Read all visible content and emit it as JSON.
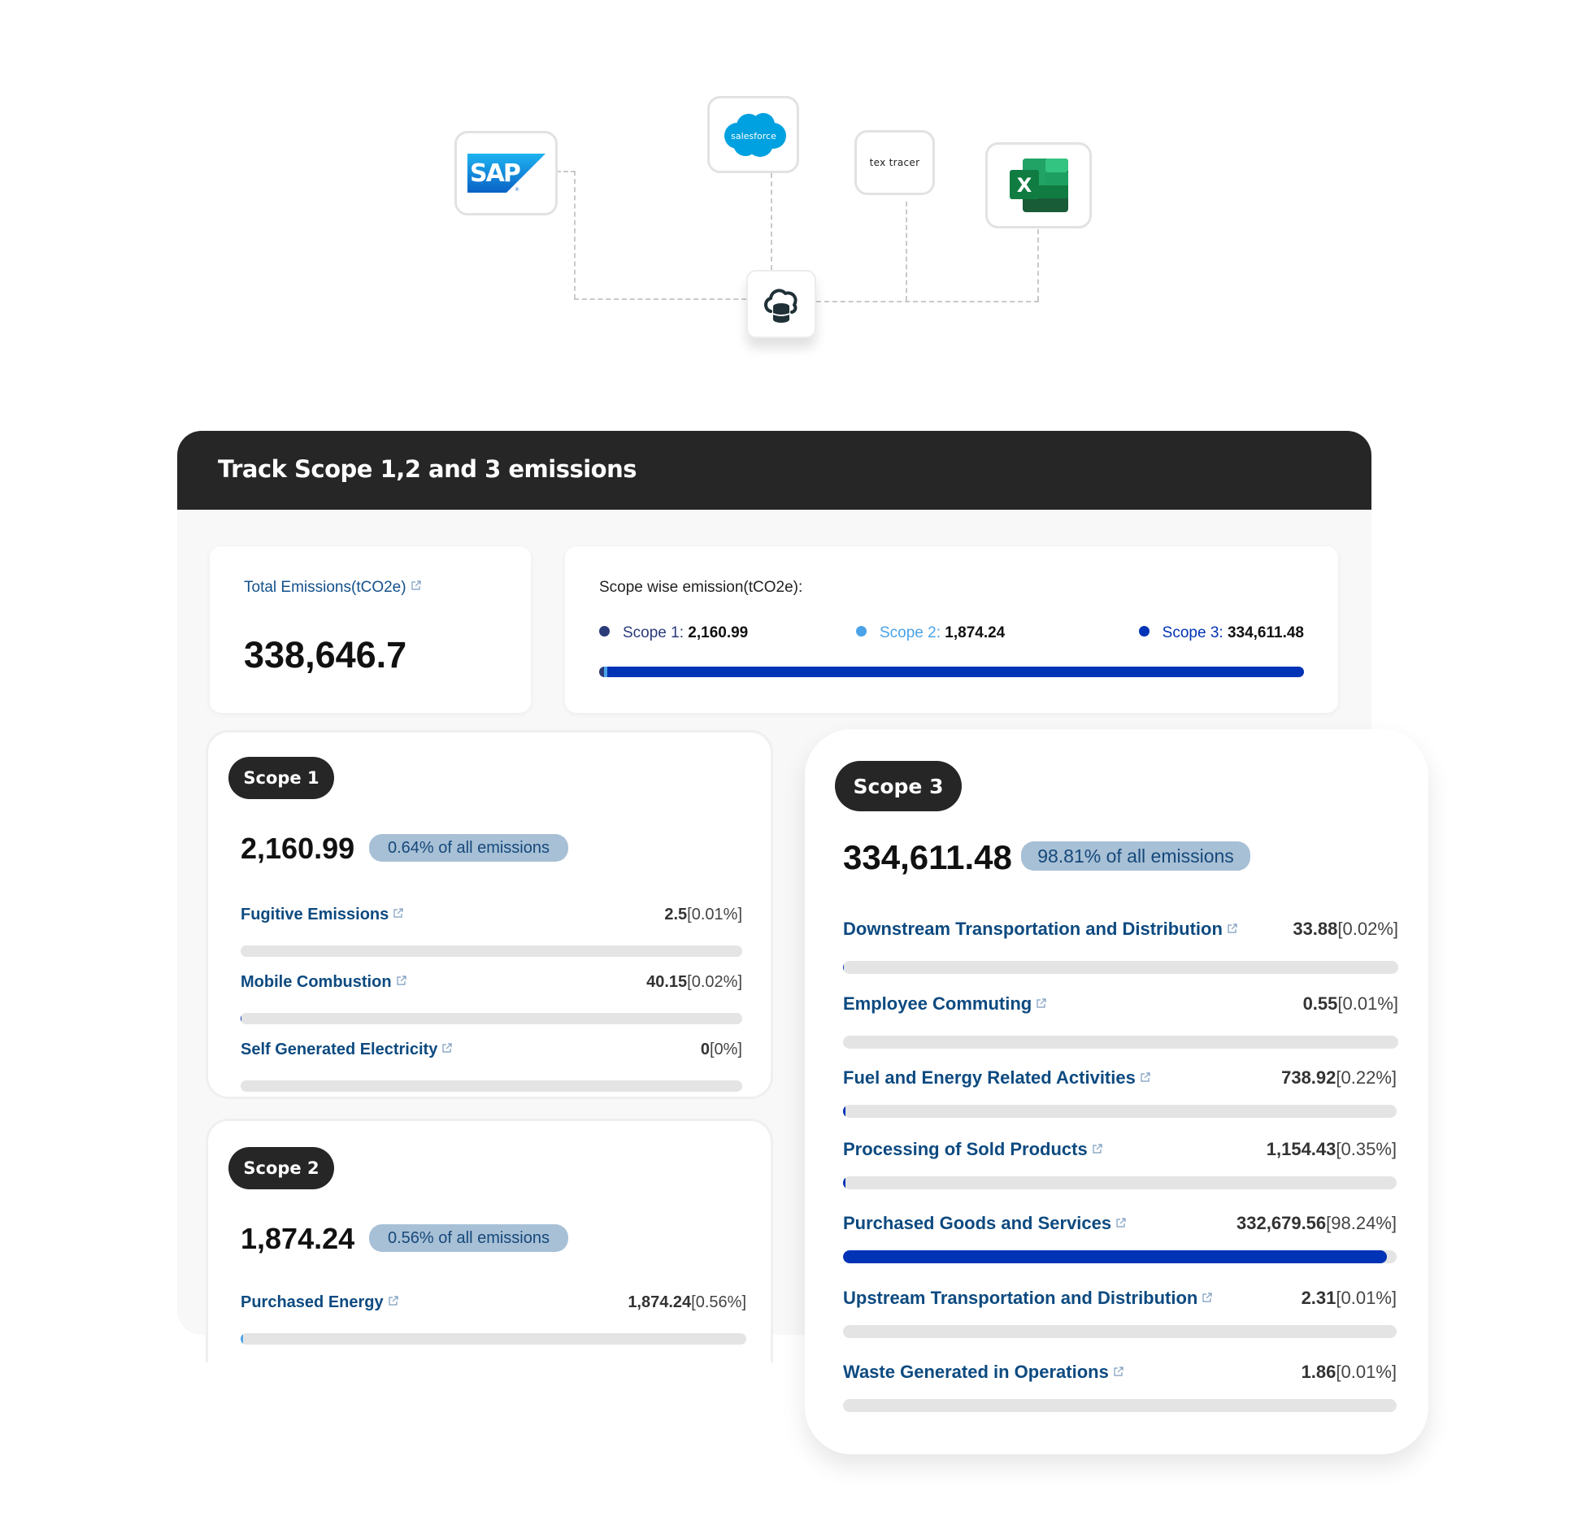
{
  "integrations": {
    "sources": [
      {
        "name": "SAP",
        "label": "SAP"
      },
      {
        "name": "Salesforce",
        "label": "salesforce"
      },
      {
        "name": "Tex Tracer",
        "label": "tex tracer"
      },
      {
        "name": "Excel",
        "label": "X"
      }
    ],
    "hub": {
      "icon": "cloud-database-icon"
    }
  },
  "dashboard": {
    "title": "Track Scope 1,2 and 3 emissions",
    "total": {
      "label": "Total Emissions(tCO2e)",
      "value": "338,646.7"
    },
    "scope_wise": {
      "label": "Scope wise emission(tCO2e):",
      "legend": [
        {
          "label": "Scope 1:",
          "value": "2,160.99",
          "color": "#2a3b7a",
          "share": 0.64
        },
        {
          "label": "Scope 2:",
          "value": "1,874.24",
          "color": "#4aa3e8",
          "share": 0.56
        },
        {
          "label": "Scope 3:",
          "value": "334,611.48",
          "color": "#0033b5",
          "share": 98.81
        }
      ]
    },
    "scopes": [
      {
        "pill": "Scope 1",
        "value": "2,160.99",
        "badge": "0.64% of all emissions",
        "rows": [
          {
            "label": "Fugitive Emissions",
            "value": "2.5",
            "pct": "[0.01%]",
            "fill": 0.01
          },
          {
            "label": "Mobile Combustion",
            "value": "40.15",
            "pct": "[0.02%]",
            "fill": 0.02
          },
          {
            "label": "Self Generated Electricity",
            "value": "0",
            "pct": "[0%]",
            "fill": 0
          }
        ]
      },
      {
        "pill": "Scope 2",
        "value": "1,874.24",
        "badge": "0.56% of all emissions",
        "rows": [
          {
            "label": "Purchased Energy",
            "value": "1,874.24",
            "pct": "[0.56%]",
            "fill": 0.56
          }
        ]
      },
      {
        "pill": "Scope 3",
        "value": "334,611.48",
        "badge": "98.81% of all emissions",
        "rows": [
          {
            "label": "Downstream Transportation and Distribution",
            "value": "33.88",
            "pct": "[0.02%]",
            "fill": 0.02
          },
          {
            "label": "Employee Commuting",
            "value": "0.55",
            "pct": "[0.01%]",
            "fill": 0.01
          },
          {
            "label": "Fuel and Energy Related Activities",
            "value": "738.92",
            "pct": "[0.22%]",
            "fill": 0.22
          },
          {
            "label": "Processing of Sold Products",
            "value": "1,154.43",
            "pct": "[0.35%]",
            "fill": 0.35
          },
          {
            "label": "Purchased Goods and Services",
            "value": "332,679.56",
            "pct": "[98.24%]",
            "fill": 98.24
          },
          {
            "label": "Upstream Transportation and Distribution",
            "value": "2.31",
            "pct": "[0.01%]",
            "fill": 0.01
          },
          {
            "label": "Waste Generated in Operations",
            "value": "1.86",
            "pct": "[0.01%]",
            "fill": 0.01
          }
        ]
      }
    ],
    "colors": {
      "header_bg": "#262626",
      "link": "#0d4a80",
      "bar_fill": "#0033b5",
      "bar_track": "#e4e4e4",
      "badge_bg": "#a7c0d6"
    }
  }
}
